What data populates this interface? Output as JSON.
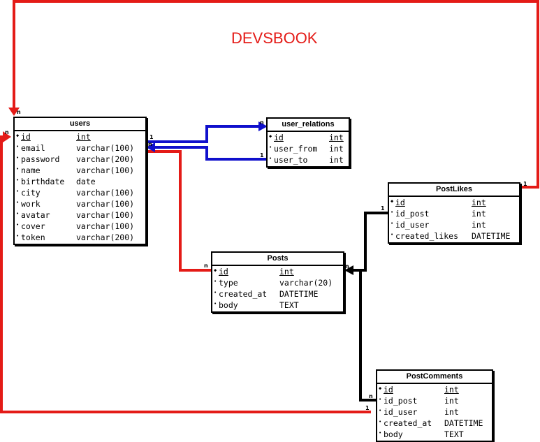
{
  "title": "DEVSBOOK",
  "tables": {
    "users": {
      "name": "users",
      "fields": [
        {
          "name": "id",
          "type": "int",
          "pk": true
        },
        {
          "name": "email",
          "type": "varchar(100)"
        },
        {
          "name": "password",
          "type": "varchar(200)"
        },
        {
          "name": "name",
          "type": "varchar(100)"
        },
        {
          "name": "birthdate",
          "type": "date"
        },
        {
          "name": "city",
          "type": "varchar(100)"
        },
        {
          "name": "work",
          "type": "varchar(100)"
        },
        {
          "name": "avatar",
          "type": "varchar(100)"
        },
        {
          "name": "cover",
          "type": "varchar(100)"
        },
        {
          "name": "token",
          "type": "varchar(200)"
        }
      ]
    },
    "user_relations": {
      "name": "user_relations",
      "fields": [
        {
          "name": "id",
          "type": "int",
          "pk": true
        },
        {
          "name": "user_from",
          "type": "int"
        },
        {
          "name": "user_to",
          "type": "int"
        }
      ]
    },
    "posts": {
      "name": "Posts",
      "fields": [
        {
          "name": "id",
          "type": "int",
          "pk": true
        },
        {
          "name": "type",
          "type": "varchar(20)"
        },
        {
          "name": "created_at",
          "type": "DATETIME"
        },
        {
          "name": "body",
          "type": "TEXT"
        }
      ]
    },
    "post_likes": {
      "name": "PostLikes",
      "fields": [
        {
          "name": "id",
          "type": "int",
          "pk": true
        },
        {
          "name": "id_post",
          "type": "int"
        },
        {
          "name": "id_user",
          "type": "int"
        },
        {
          "name": "created_likes",
          "type": "DATETIME"
        }
      ]
    },
    "post_comments": {
      "name": "PostComments",
      "fields": [
        {
          "name": "id",
          "type": "int",
          "pk": true
        },
        {
          "name": "id_post",
          "type": "int"
        },
        {
          "name": "id_user",
          "type": "int"
        },
        {
          "name": "created_at",
          "type": "DATETIME"
        },
        {
          "name": "body",
          "type": "TEXT"
        }
      ]
    }
  },
  "cardinality": {
    "one": "1",
    "many": "n"
  },
  "colors": {
    "red": "#e41b17",
    "blue": "#1010cc",
    "black": "#000000"
  }
}
